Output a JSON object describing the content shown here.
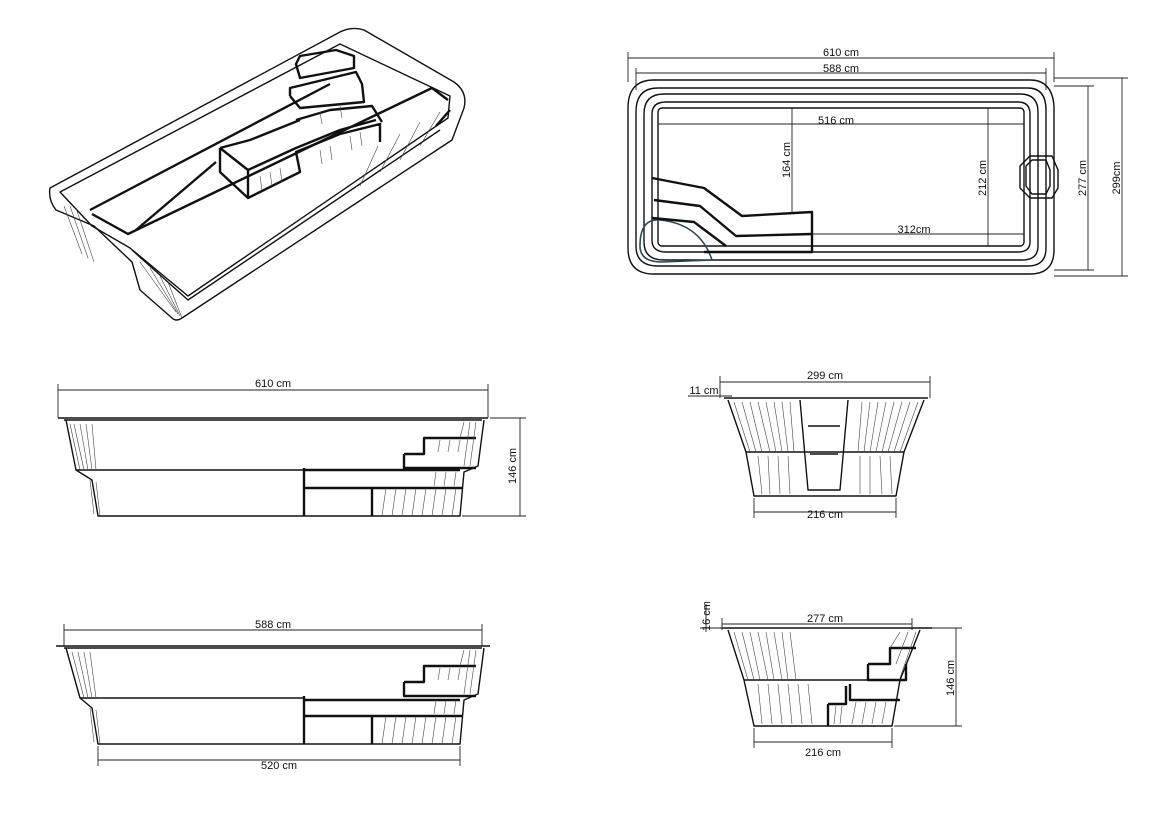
{
  "dimensions": {
    "top_total_length": "610 cm",
    "top_inner_length": "588 cm",
    "top_floor_length": "516 cm",
    "top_step_depth": "164 cm",
    "top_floor_width": "212 cm",
    "top_bench_length": "312cm",
    "top_inner_width": "277 cm",
    "top_total_width": "299cm",
    "side1_length": "610 cm",
    "side1_depth": "146 cm",
    "end1_width": "299 cm",
    "end1_rim": "11 cm",
    "end1_floor": "216 cm",
    "side2_top": "588 cm",
    "side2_floor": "520 cm",
    "end2_rim": "16 cm",
    "end2_width": "277 cm",
    "end2_depth": "146 cm",
    "end2_floor": "216 cm"
  }
}
